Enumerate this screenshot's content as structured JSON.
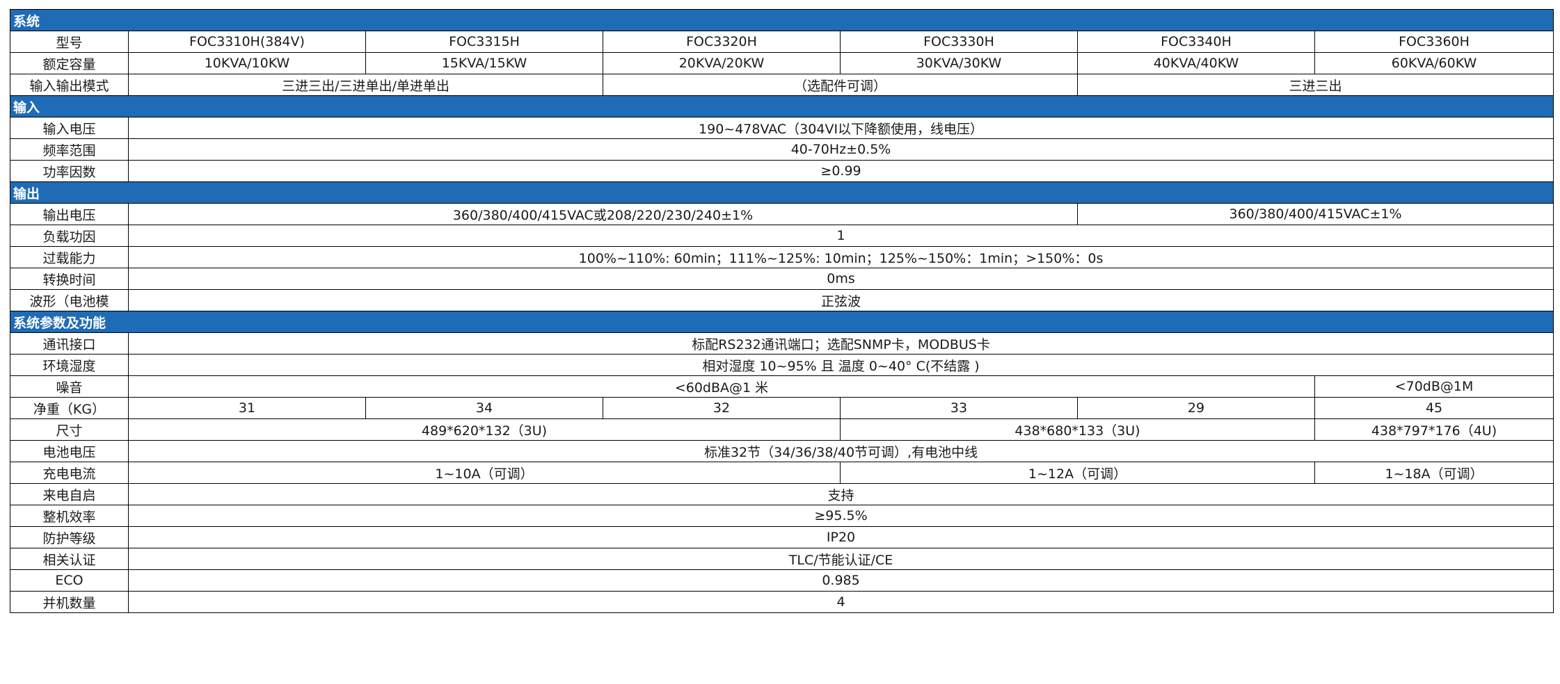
{
  "sections": [
    {
      "title": "系统",
      "rows": [
        {
          "label": "型号",
          "cells": [
            {
              "text": "FOC3310H(384V)",
              "span": 1
            },
            {
              "text": "FOC3315H",
              "span": 1
            },
            {
              "text": "FOC3320H",
              "span": 1
            },
            {
              "text": "FOC3330H",
              "span": 1
            },
            {
              "text": "FOC3340H",
              "span": 1
            },
            {
              "text": "FOC3360H",
              "span": 1
            }
          ]
        },
        {
          "label": "额定容量",
          "cells": [
            {
              "text": "10KVA/10KW",
              "span": 1
            },
            {
              "text": "15KVA/15KW",
              "span": 1
            },
            {
              "text": "20KVA/20KW",
              "span": 1
            },
            {
              "text": "30KVA/30KW",
              "span": 1
            },
            {
              "text": "40KVA/40KW",
              "span": 1
            },
            {
              "text": "60KVA/60KW",
              "span": 1
            }
          ]
        },
        {
          "label": "输入输出模式",
          "cells": [
            {
              "text": "三进三出/三进单出/单进单出",
              "span": 2
            },
            {
              "text": "（选配件可调）",
              "span": 2
            },
            {
              "text": "三进三出",
              "span": 2
            }
          ]
        }
      ]
    },
    {
      "title": "输入",
      "rows": [
        {
          "label": "输入电压",
          "cells": [
            {
              "text": "190~478VAC（304VI以下降额使用，线电压）",
              "span": 6
            }
          ]
        },
        {
          "label": "频率范围",
          "cells": [
            {
              "text": "40-70Hz±0.5%",
              "span": 6
            }
          ]
        },
        {
          "label": "功率因数",
          "cells": [
            {
              "text": "≥0.99",
              "span": 6
            }
          ]
        }
      ]
    },
    {
      "title": "输出",
      "rows": [
        {
          "label": "输出电压",
          "cells": [
            {
              "text": "360/380/400/415VAC或208/220/230/240±1%",
              "span": 4
            },
            {
              "text": "360/380/400/415VAC±1%",
              "span": 2
            }
          ]
        },
        {
          "label": "负载功因",
          "cells": [
            {
              "text": "1",
              "span": 6
            }
          ]
        },
        {
          "label": "过载能力",
          "cells": [
            {
              "text": "100%~110%: 60min；111%~125%: 10min；125%~150%：1min；>150%：0s",
              "span": 6
            }
          ]
        },
        {
          "label": "转换时间",
          "cells": [
            {
              "text": "0ms",
              "span": 6
            }
          ]
        },
        {
          "label": "波形（电池模",
          "cells": [
            {
              "text": "正弦波",
              "span": 6
            }
          ]
        }
      ]
    },
    {
      "title": "系统参数及功能",
      "rows": [
        {
          "label": "通讯接口",
          "cells": [
            {
              "text": "标配RS232通讯端口；选配SNMP卡，MODBUS卡",
              "span": 6
            }
          ]
        },
        {
          "label": "环境湿度",
          "cells": [
            {
              "text": "相对湿度 10~95% 且 温度 0~40° C(不结露 )",
              "span": 6
            }
          ]
        },
        {
          "label": "噪音",
          "cells": [
            {
              "text": "<60dBA@1 米",
              "span": 5
            },
            {
              "text": "<70dB@1M",
              "span": 1
            }
          ]
        },
        {
          "label": "净重（KG）",
          "cells": [
            {
              "text": "31",
              "span": 1
            },
            {
              "text": "34",
              "span": 1
            },
            {
              "text": "32",
              "span": 1
            },
            {
              "text": "33",
              "span": 1
            },
            {
              "text": "29",
              "span": 1
            },
            {
              "text": "45",
              "span": 1
            }
          ]
        },
        {
          "label": "尺寸",
          "cells": [
            {
              "text": "489*620*132（3U)",
              "span": 3
            },
            {
              "text": "438*680*133（3U)",
              "span": 2
            },
            {
              "text": "438*797*176（4U)",
              "span": 1
            }
          ]
        },
        {
          "label": "电池电压",
          "cells": [
            {
              "text": "标准32节（34/36/38/40节可调）,有电池中线",
              "span": 6
            }
          ]
        },
        {
          "label": "充电电流",
          "cells": [
            {
              "text": "1~10A（可调）",
              "span": 3
            },
            {
              "text": "1~12A（可调）",
              "span": 2
            },
            {
              "text": "1~18A（可调）",
              "span": 1
            }
          ]
        },
        {
          "label": "来电自启",
          "cells": [
            {
              "text": "支持",
              "span": 6
            }
          ]
        },
        {
          "label": "整机效率",
          "cells": [
            {
              "text": "≥95.5%",
              "span": 6
            }
          ]
        },
        {
          "label": "防护等级",
          "cells": [
            {
              "text": "IP20",
              "span": 6
            }
          ]
        },
        {
          "label": "相关认证",
          "cells": [
            {
              "text": "TLC/节能认证/CE",
              "span": 6
            }
          ]
        },
        {
          "label": "ECO",
          "cells": [
            {
              "text": "0.985",
              "span": 6
            }
          ]
        },
        {
          "label": "并机数量",
          "cells": [
            {
              "text": "4",
              "span": 6
            }
          ]
        }
      ]
    }
  ]
}
